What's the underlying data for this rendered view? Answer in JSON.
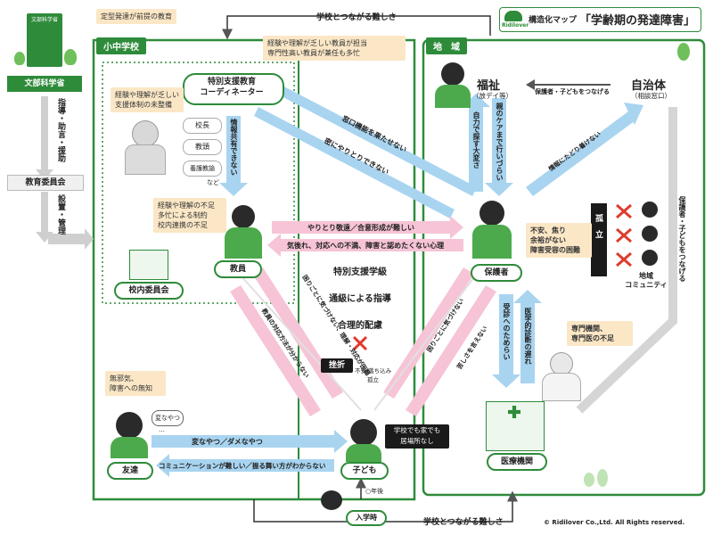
{
  "title": {
    "brand": "Ridilover",
    "prefix": "構造化マップ",
    "main": "「学齢期の発達障害」"
  },
  "mext": {
    "building_sign": "文部科学省",
    "label": "文部科学省",
    "flow1": "指導・助言・援助",
    "board": "教育委員会",
    "flow2": "設置・管理"
  },
  "premise_tag": "定型発達が前提の教育",
  "school": {
    "label": "小中学校",
    "note_staff": "経験や理解が乏しい教員が担当\n専門性高い教員が兼任も多忙",
    "coordinator": "特別支援教育\nコーディネーター",
    "note_support": "経験や理解が乏しい\n支援体制の未整備",
    "staff_list": [
      "校長",
      "教頭",
      "養護教諭"
    ],
    "staff_etc": "など",
    "info_share": "情報共有できない",
    "note_teacher": "経験や理解の不足\n多忙による制約\n校内連携の不足",
    "teacher": "教員",
    "committee": "校内委員会",
    "support_items": [
      "特別支援学級",
      "通級による指導",
      "合理的配慮"
    ]
  },
  "region": {
    "label": "地　域",
    "welfare": "福祉",
    "welfare_sub": "（放デイ等）",
    "govt": "自治体",
    "govt_sub": "（相談窓口）",
    "govt_to_welfare": "保護者・子どもをつなげる",
    "parent_to_welfare_1": "自力で探す大変さ",
    "parent_to_welfare_2": "親のケアまで行いづらい",
    "parent_to_govt": "情報にたどり着けない",
    "isolation": "孤　立",
    "community": "地域\nコミュニティ",
    "specialists": "専門機関、\n専門医の不足",
    "hospital": "医療機関",
    "to_hospital": "受診へのためらい",
    "diag_delay": "医学的診断の遅れ",
    "connect_right": "保護者・子どもをつなげる"
  },
  "parent": {
    "label": "保護者",
    "note": "不安、焦り\n余裕がない\n障害受容の困難"
  },
  "flows": {
    "school_gap_top": "学校とつながる難しさ",
    "school_gap_bottom": "学校とつながる難しさ",
    "coord_parent_1": "窓口機能を果たせない",
    "coord_parent_2": "密にやりとりできない",
    "teacher_parent_1": "やりとり敬遠／合意形成が難しい",
    "teacher_parent_2": "気後れ、対応への不満、障害と認めたくない心理",
    "teacher_child_1": "困りごとに気づけない、理解・対応が困難",
    "teacher_child_2": "教員の対応方法が分からない",
    "parent_child_1": "困りごとに気づけない",
    "parent_child_2": "苦しさを言えない",
    "friend_to_child": "変なやつ／ダメなやつ",
    "child_to_friend": "コミュニケーションが難しい／振る舞い方がわからない"
  },
  "child": {
    "label": "子ども",
    "setback": "挫折",
    "anxiety": "不安 落ち込み\n孤立",
    "no_place": "学校でも家でも\n居場所なし",
    "years_later": "○年後",
    "enroll": "入学時"
  },
  "friend": {
    "label": "友達",
    "note": "無邪気、\n障害への無知",
    "speech": "変なやつ",
    "dots": "…"
  },
  "copyright": "© Ridilover Co.,Ltd. All Rights reserved."
}
